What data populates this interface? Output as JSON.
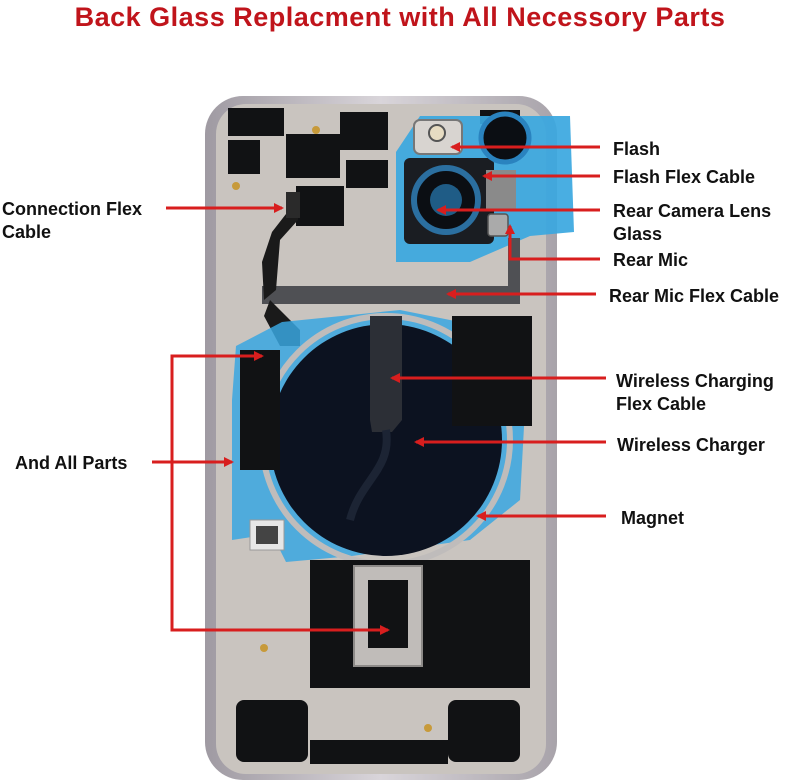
{
  "title": "Back Glass Replacment with All Necessory Parts",
  "labels": {
    "flash": "Flash",
    "flash_flex_cable": "Flash Flex Cable",
    "rear_camera_lens_glass_line1": "Rear Camera Lens",
    "rear_camera_lens_glass_line2": "Glass",
    "rear_mic": "Rear Mic",
    "rear_mic_flex_cable": "Rear Mic Flex Cable",
    "connection_flex_cable_line1": "Connection Flex",
    "connection_flex_cable_line2": "Cable",
    "wireless_charging_flex_cable_line1": "Wireless Charging",
    "wireless_charging_flex_cable_line2": "Flex Cable",
    "wireless_charger": "Wireless Charger",
    "magnet": "Magnet",
    "and_all_parts": "And All Parts"
  },
  "colors": {
    "title": "#c0141b",
    "arrow": "#d81e1e",
    "frame": "#b9b5bb",
    "plate": "#c9c4bf",
    "black_part": "#111214",
    "blue_film": "#3aa7e0",
    "charger": "#0c1220",
    "gold": "#c79a3a"
  }
}
